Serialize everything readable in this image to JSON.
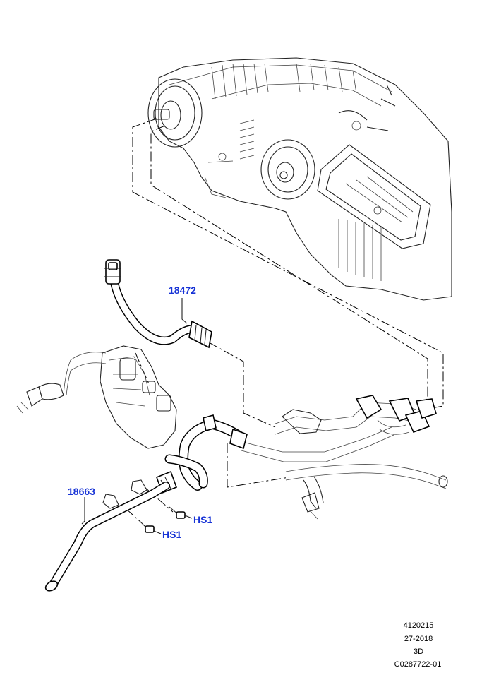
{
  "callouts": {
    "part_18472": "18472",
    "part_18663": "18663",
    "fastener_1": "HS1",
    "fastener_2": "HS1"
  },
  "footer": {
    "line1": "4120215",
    "line2": "27-2018",
    "line3": "3D",
    "line4": "C0287722-01"
  },
  "colors": {
    "callout": "#1733d6",
    "linework": "#222222"
  }
}
